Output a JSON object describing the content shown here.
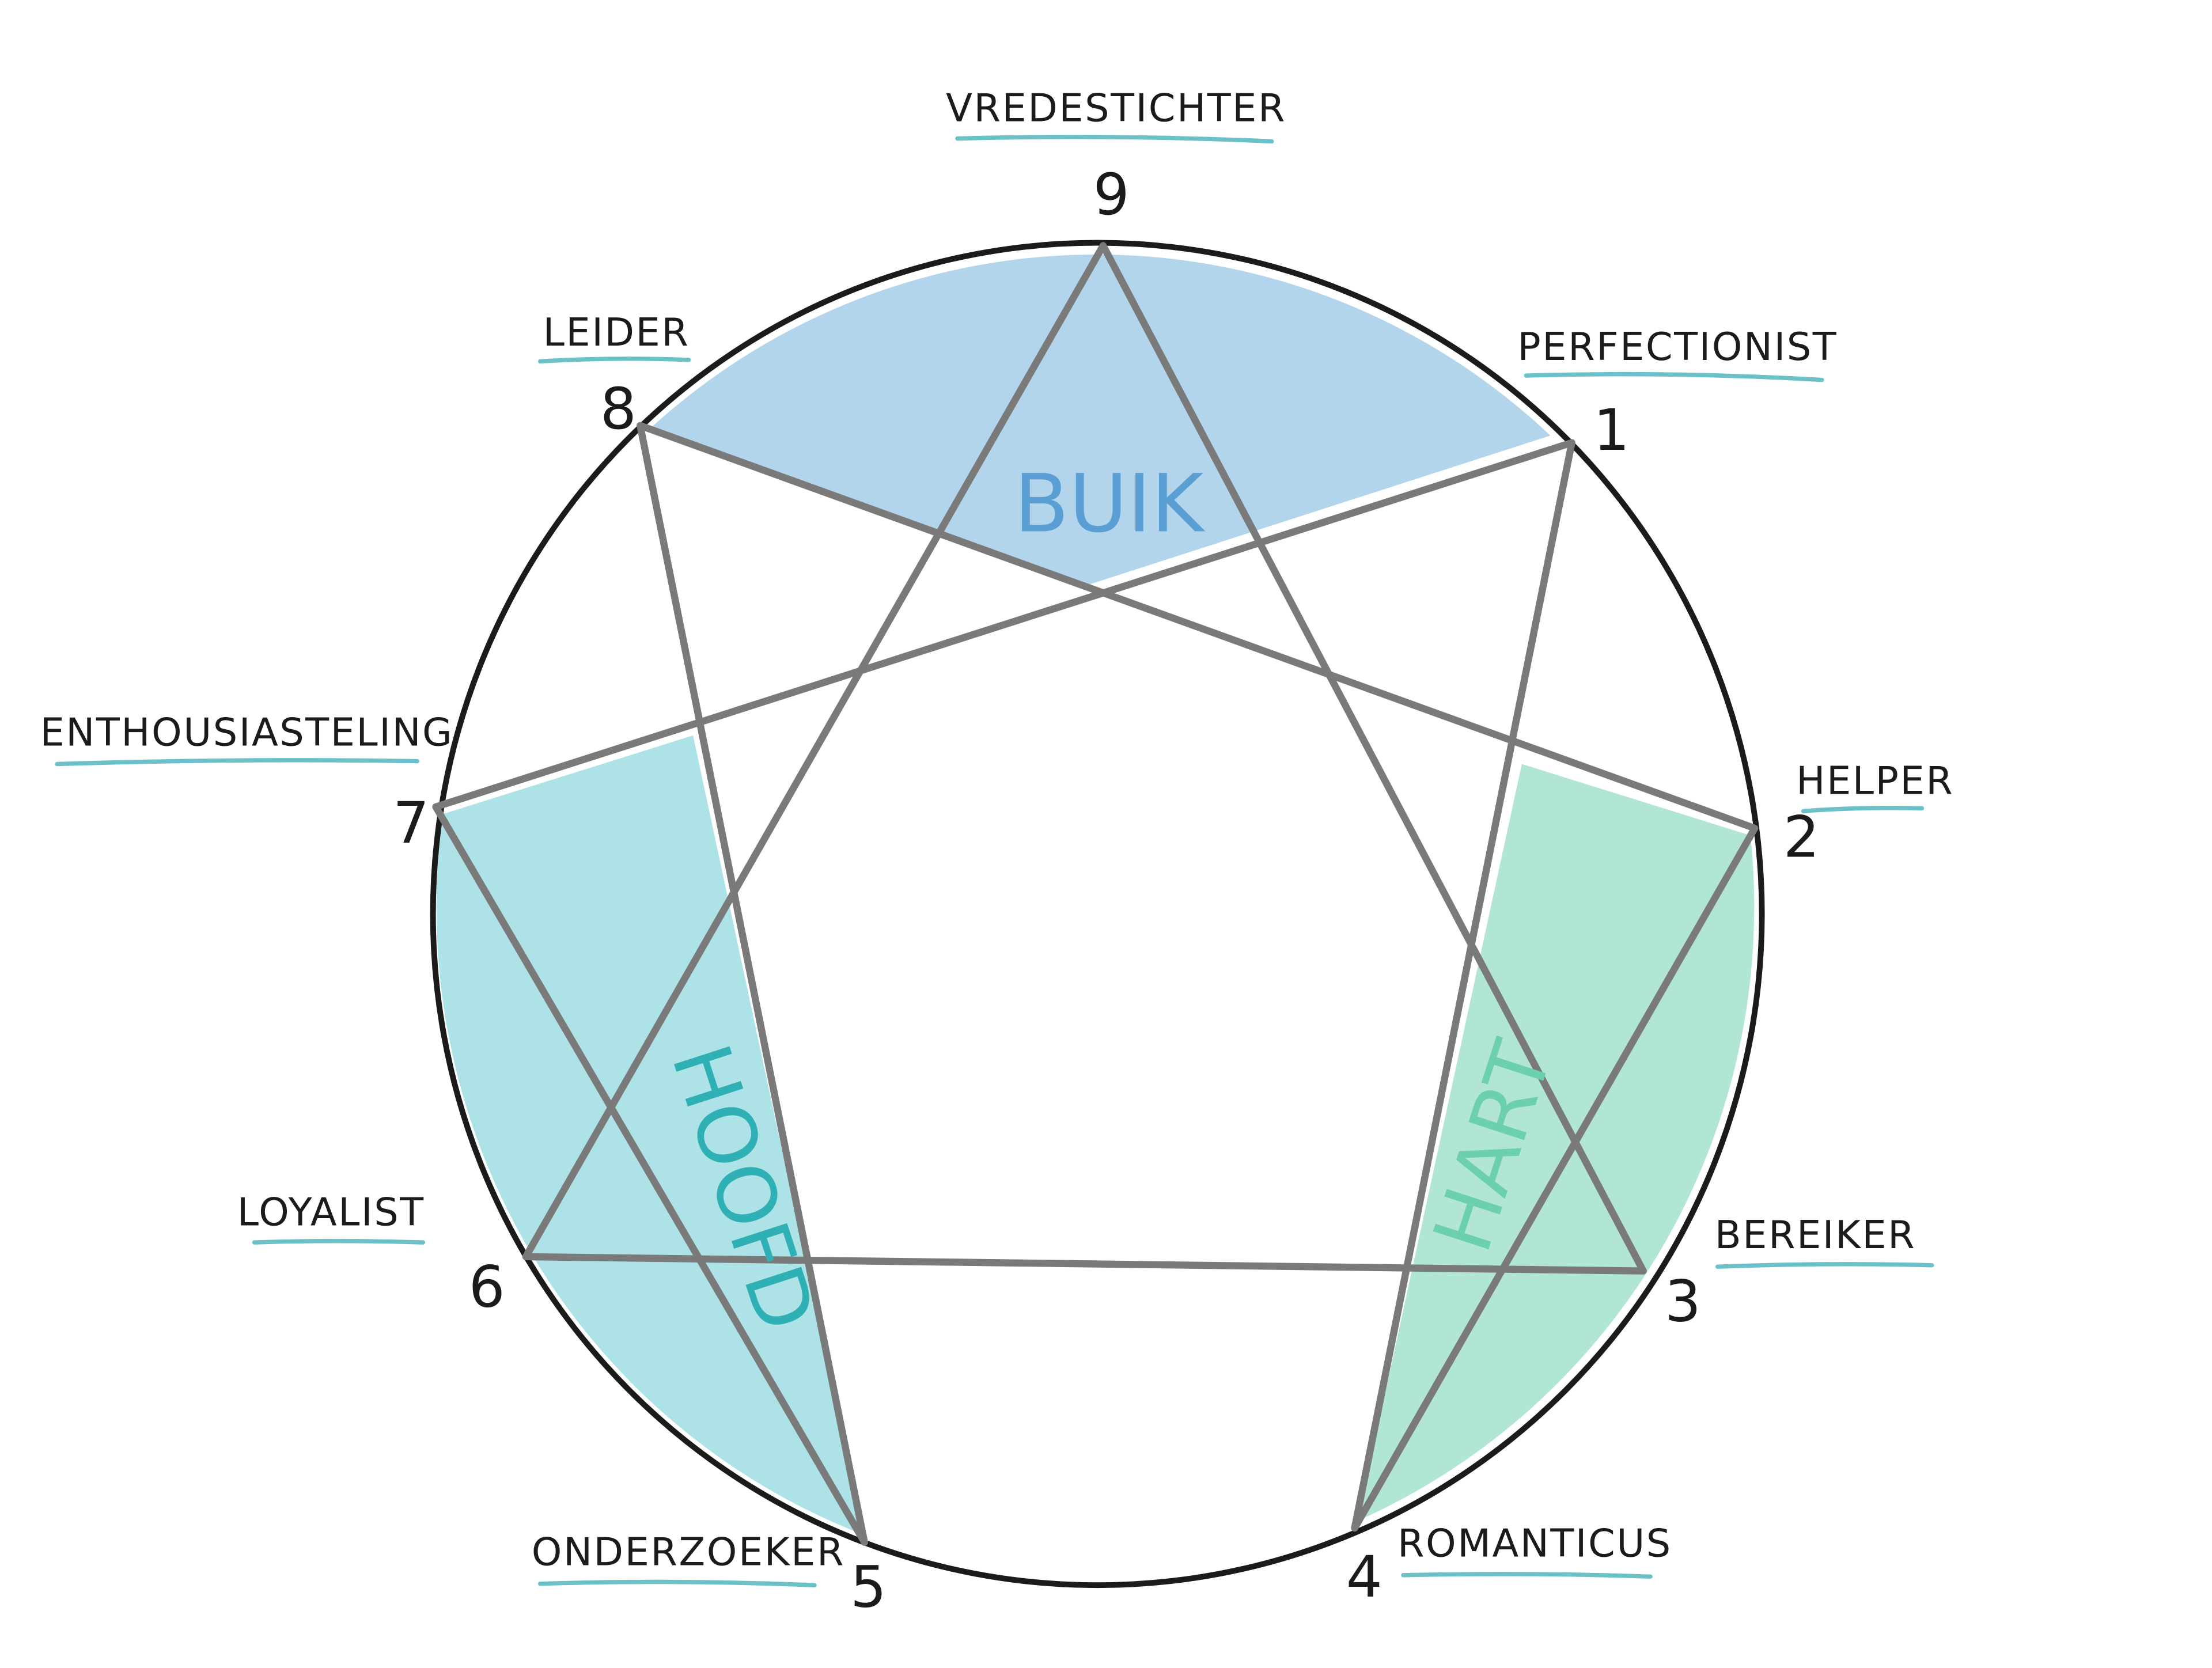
{
  "types": [
    {
      "number": "9",
      "name": "VREDESTICHTER"
    },
    {
      "number": "1",
      "name": "PERFECTIONIST"
    },
    {
      "number": "2",
      "name": "HELPER"
    },
    {
      "number": "3",
      "name": "BEREIKER"
    },
    {
      "number": "4",
      "name": "ROMANTICUS"
    },
    {
      "number": "5",
      "name": "ONDERZOEKER"
    },
    {
      "number": "6",
      "name": "LOYALIST"
    },
    {
      "number": "7",
      "name": "ENTHOUSIASTELING"
    },
    {
      "number": "8",
      "name": "LEIDER"
    }
  ],
  "centers": {
    "buik": {
      "label": "BUIK",
      "color": "#b3d5ec",
      "text_color": "#5a9fd4"
    },
    "hoofd": {
      "label": "HOOFD",
      "color": "#ade3e6",
      "text_color": "#2fb0b5"
    },
    "hart": {
      "label": "HART",
      "color": "#b0e6d3",
      "text_color": "#6ccfae"
    }
  }
}
